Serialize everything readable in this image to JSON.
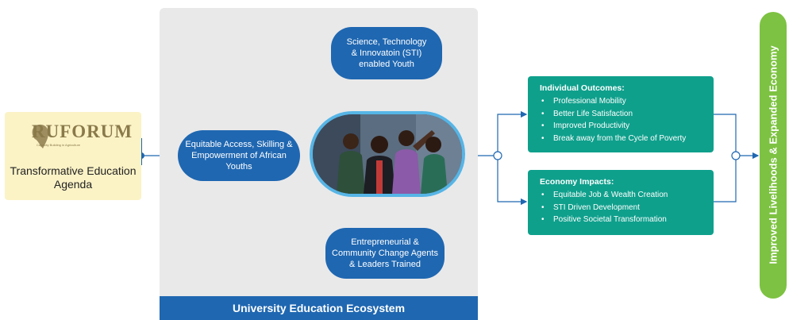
{
  "agenda": {
    "logo_text": "RUFORUM",
    "logo_tagline": "Capacity Building in Agriculture",
    "title": "Transformative Education Agenda"
  },
  "ecosystem": {
    "footer": "University Education Ecosystem",
    "access": "Equitable Access, Skilling & Empowerment of African Youths",
    "sti_line1": "Science, Technology",
    "sti_line2": "& Innovatoin (STI)",
    "sti_line3": "enabled Youth",
    "entre_line1": "Entrepreneurial &",
    "entre_line2": "Community Change Agents",
    "entre_line3": "& Leaders Trained"
  },
  "outcomes": {
    "individual": {
      "title": "Individual Outcomes:",
      "items": [
        "Professional Mobility",
        "Better Life Satisfaction",
        "Improved Productivity",
        "Break away from the Cycle of Poverty"
      ]
    },
    "economy": {
      "title": "Economy Impacts:",
      "items": [
        "Equitable Job & Wealth Creation",
        "STI Driven Development",
        "Positive Societal Transformation"
      ]
    }
  },
  "result": "Improved Livelihoods & Expanded Economy",
  "colors": {
    "blue": "#1f67b1",
    "teal": "#0fa08c",
    "green": "#7dc242",
    "panel": "#e9e9ea",
    "cream": "#fbf3c6",
    "photo_ring": "#56b5e6"
  }
}
